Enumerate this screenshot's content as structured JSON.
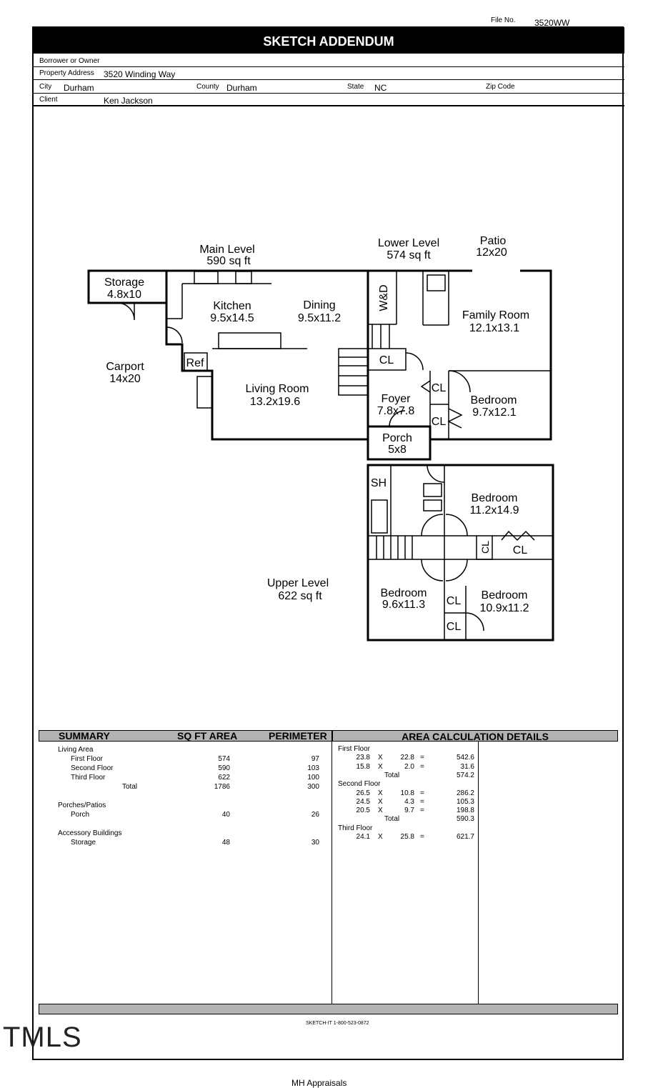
{
  "header": {
    "file_no_label": "File No.",
    "file_no": "3520WW",
    "title": "SKETCH ADDENDUM",
    "borrower_label": "Borrower or Owner",
    "borrower": "",
    "property_label": "Property Address",
    "property": "3520 Winding Way",
    "city_label": "City",
    "city": "Durham",
    "county_label": "County",
    "county": "Durham",
    "state_label": "State",
    "state": "NC",
    "zip_label": "Zip Code",
    "zip": "",
    "client_label": "Client",
    "client": "Ken Jackson"
  },
  "plan": {
    "main_level": "Main Level",
    "main_sqft": "590 sq ft",
    "lower_level": "Lower Level",
    "lower_sqft": "574 sq ft",
    "patio": "Patio",
    "patio_size": "12x20",
    "storage": "Storage",
    "storage_size": "4.8x10",
    "kitchen": "Kitchen",
    "kitchen_size": "9.5x14.5",
    "dining": "Dining",
    "dining_size": "9.5x11.2",
    "wd": "W&D",
    "family": "Family Room",
    "family_size": "12.1x13.1",
    "carport": "Carport",
    "carport_size": "14x20",
    "ref": "Ref",
    "cl": "CL",
    "living": "Living Room",
    "living_size": "13.2x19.6",
    "foyer": "Foyer",
    "foyer_size": "7.8x7.8",
    "bedroom": "Bedroom",
    "bed1_size": "9.7x12.1",
    "porch": "Porch",
    "porch_size": "5x8",
    "sh": "SH",
    "bed2_size": "11.2x14.9",
    "upper_level": "Upper Level",
    "upper_sqft": "622 sq ft",
    "bed3_size": "9.6x11.3",
    "bed4_size": "10.9x11.2"
  },
  "summary": {
    "headers": [
      "SUMMARY",
      "SQ FT AREA",
      "PERIMETER",
      "AREA CALCULATION DETAILS"
    ],
    "rows": [
      {
        "label": "Living Area",
        "area": "",
        "perim": "",
        "indent": 0
      },
      {
        "label": "First Floor",
        "area": "574",
        "perim": "97",
        "indent": 1
      },
      {
        "label": "Second Floor",
        "area": "590",
        "perim": "103",
        "indent": 1
      },
      {
        "label": "Third Floor",
        "area": "622",
        "perim": "100",
        "indent": 1
      },
      {
        "label": "Total",
        "area": "1786",
        "perim": "300",
        "indent": 2
      },
      {
        "label": "",
        "area": "",
        "perim": "",
        "indent": 0
      },
      {
        "label": "Porches/Patios",
        "area": "",
        "perim": "",
        "indent": 0
      },
      {
        "label": "Porch",
        "area": "40",
        "perim": "26",
        "indent": 1
      },
      {
        "label": "",
        "area": "",
        "perim": "",
        "indent": 0
      },
      {
        "label": "Accessory Buildings",
        "area": "",
        "perim": "",
        "indent": 0
      },
      {
        "label": "Storage",
        "area": "48",
        "perim": "30",
        "indent": 1
      }
    ],
    "details": [
      {
        "head": "First Floor"
      },
      {
        "a": "23.8",
        "x": "X",
        "b": "22.8",
        "eq": "=",
        "r": "542.6"
      },
      {
        "a": "15.8",
        "x": "X",
        "b": "2.0",
        "eq": "=",
        "r": "31.6"
      },
      {
        "tot": "Total",
        "r": "574.2"
      },
      {
        "head": "Second Floor"
      },
      {
        "a": "26.5",
        "x": "X",
        "b": "10.8",
        "eq": "=",
        "r": "286.2"
      },
      {
        "a": "24.5",
        "x": "X",
        "b": "4.3",
        "eq": "=",
        "r": "105.3"
      },
      {
        "a": "20.5",
        "x": "X",
        "b": "9.7",
        "eq": "=",
        "r": "198.8"
      },
      {
        "tot": "Total",
        "r": "590.3"
      },
      {
        "head": "Third Floor"
      },
      {
        "a": "24.1",
        "x": "X",
        "b": "25.8",
        "eq": "=",
        "r": "621.7"
      }
    ]
  },
  "footer": {
    "sketchit": "SKETCH-IT 1-800-523-0872",
    "logo": "TMLS",
    "company": "MH Appraisals"
  }
}
